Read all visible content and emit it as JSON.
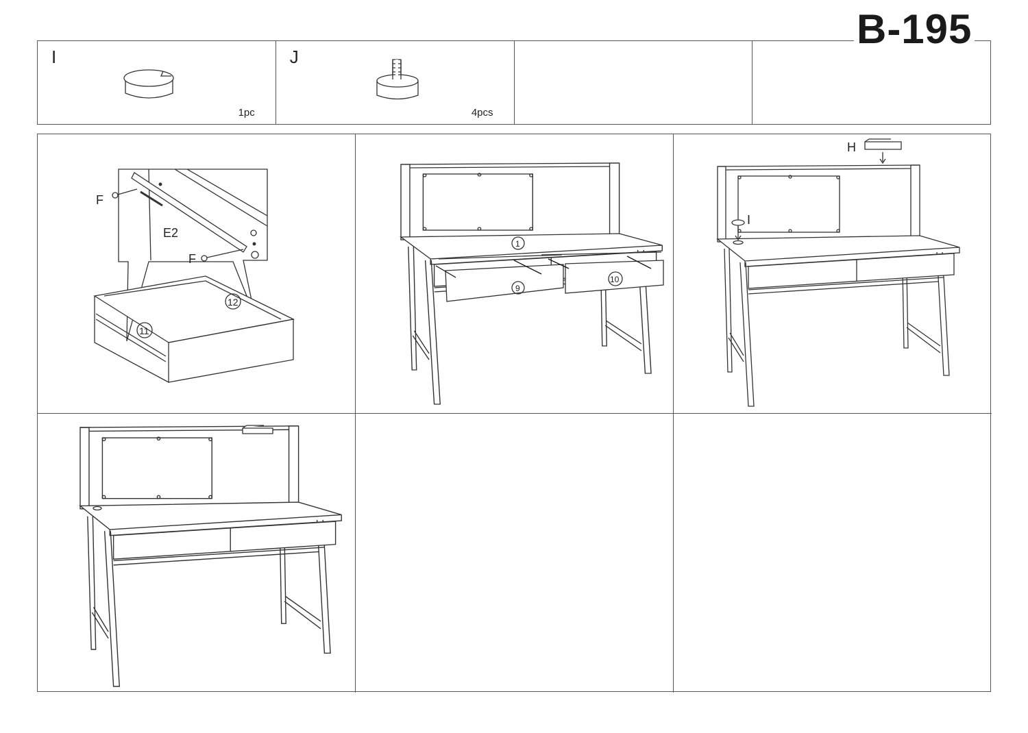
{
  "title": "B-195",
  "parts": [
    {
      "letter": "I",
      "qty": "1pc",
      "icon": "grommet-cap-icon"
    },
    {
      "letter": "J",
      "qty": "4pcs",
      "icon": "adjustable-foot-icon"
    },
    {
      "letter": "",
      "qty": ""
    },
    {
      "letter": "",
      "qty": ""
    }
  ],
  "steps": {
    "drawer_rail": {
      "screw_top": "F",
      "rail": "E2",
      "screw_bottom": "F",
      "side_panel": "11",
      "back_panel": "12"
    },
    "insert_drawers": {
      "desktop": "1",
      "drawer_left": "9",
      "drawer_right": "10"
    },
    "accessories": {
      "shelf": "H",
      "grommet": "I"
    }
  }
}
